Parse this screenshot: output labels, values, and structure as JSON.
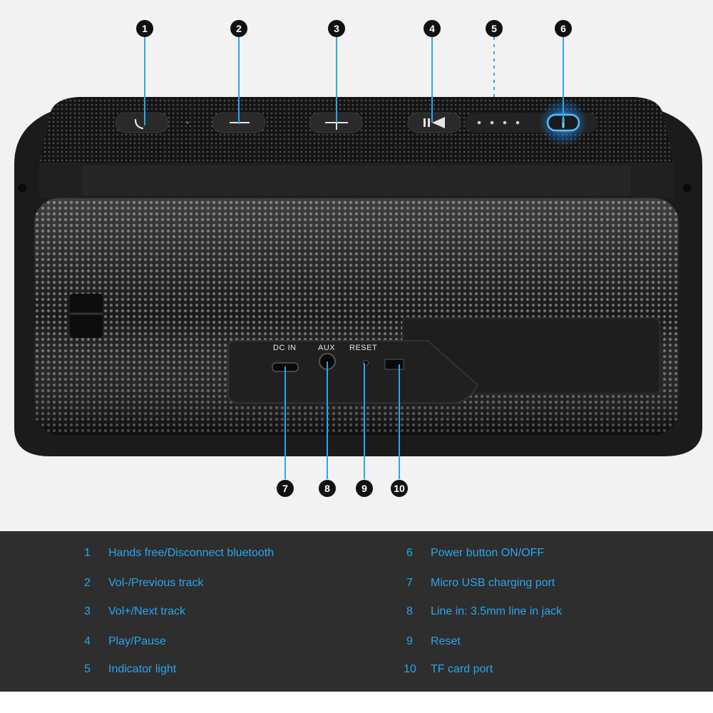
{
  "colors": {
    "accent": "#2aa6ee",
    "legend_background": "#2e2e2e",
    "speaker_body": "#1a1a1a",
    "glow": "#1e90ff"
  },
  "top_callouts": [
    "1",
    "2",
    "3",
    "4",
    "5",
    "6"
  ],
  "port_callouts": [
    "7",
    "8",
    "9",
    "10"
  ],
  "port_labels": {
    "dc_in": "DC IN",
    "aux": "AUX",
    "reset": "RESET"
  },
  "controls": {
    "hands_free": "phone-icon",
    "vol_minus": "minus-icon",
    "vol_plus": "plus-icon",
    "play_pause": "play-pause-icon",
    "indicator": "indicator-dots",
    "power": "power-icon"
  },
  "legend": {
    "left": [
      {
        "num": "1",
        "text": "Hands free/Disconnect bluetooth"
      },
      {
        "num": "2",
        "text": "Vol-/Previous track"
      },
      {
        "num": "3",
        "text": "Vol+/Next track"
      },
      {
        "num": "4",
        "text": "Play/Pause"
      },
      {
        "num": "5",
        "text": "Indicator light"
      }
    ],
    "right": [
      {
        "num": "6",
        "text": "Power button ON/OFF"
      },
      {
        "num": "7",
        "text": "Micro USB charging port"
      },
      {
        "num": "8",
        "text": "Line in: 3.5mm line in jack"
      },
      {
        "num": "9",
        "text": "Reset"
      },
      {
        "num": "10",
        "text": "TF card port"
      }
    ]
  }
}
